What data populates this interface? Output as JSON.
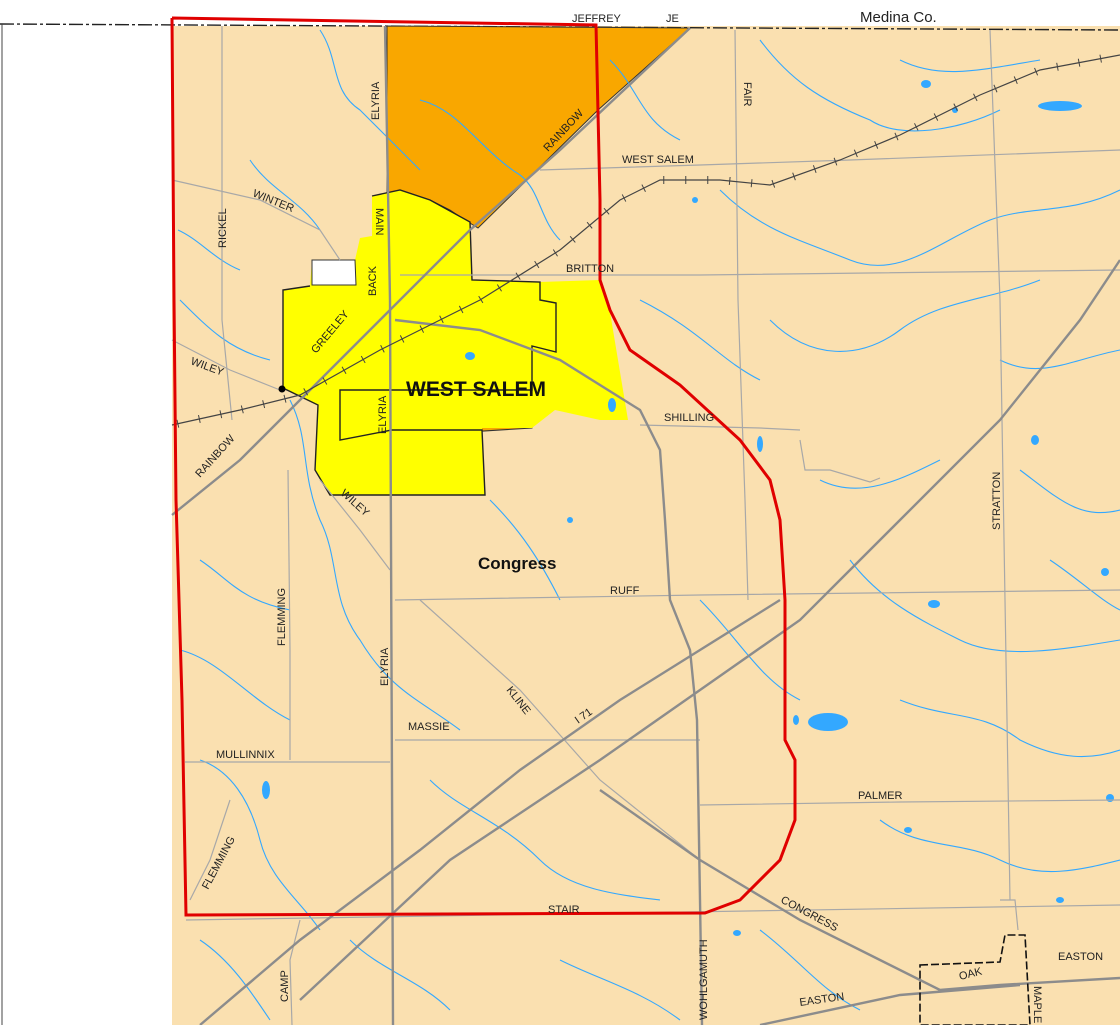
{
  "map": {
    "county_label": "Medina Co.",
    "village_label": "WEST SALEM",
    "township_label": "Congress",
    "colors": {
      "land": "#FAE0B0",
      "village": "#FFFF00",
      "annexation": "#F9A700",
      "boundary": "#E00000",
      "road_major": "#8C8C8C",
      "road_minor": "#A8A8A8",
      "water": "#33A8FF"
    },
    "roads": {
      "jeffrey": "JEFFREY",
      "jeffrey_cut": "JE",
      "elyria_north": "ELYRIA",
      "rainbow_north": "RAINBOW",
      "fair": "FAIR",
      "west_salem_rd": "WEST SALEM",
      "winter": "WINTER",
      "rickel": "RICKEL",
      "main": "MAIN",
      "back": "BACK",
      "britton": "BRITTON",
      "greeley": "GREELEY",
      "wiley_west": "WILEY",
      "elyria_village": "ELYRIA",
      "shilling": "SHILLING",
      "rainbow_west": "RAINBOW",
      "wiley_south": "WILEY",
      "stratton": "STRATTON",
      "ruff": "RUFF",
      "flemming_north": "FLEMMING",
      "elyria_south": "ELYRIA",
      "kline": "KLINE",
      "i71": "I 71",
      "massie": "MASSIE",
      "mullinnix": "MULLINNIX",
      "palmer": "PALMER",
      "flemming_south": "FLEMMING",
      "stair": "STAIR",
      "congress_rd": "CONGRESS",
      "wohlgamuth": "WOHLGAMUTH",
      "camp": "CAMP",
      "easton_east": "EASTON",
      "oak": "OAK",
      "easton_south": "EASTON",
      "maple": "MAPLE"
    }
  }
}
